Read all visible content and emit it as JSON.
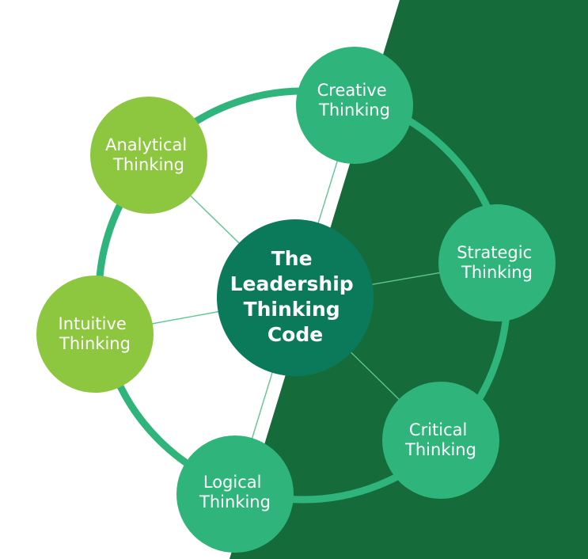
{
  "diagram": {
    "center": {
      "lines": [
        "The",
        "Leadership",
        "Thinking",
        "Code"
      ]
    },
    "nodes": [
      {
        "id": "creative",
        "lines": [
          "Creative",
          "Thinking"
        ],
        "color": "#2fb57b"
      },
      {
        "id": "analytical",
        "lines": [
          "Analytical",
          "Thinking"
        ],
        "color": "#8dc63f"
      },
      {
        "id": "strategic",
        "lines": [
          "Strategic",
          "Thinking"
        ],
        "color": "#2fb57b"
      },
      {
        "id": "intuitive",
        "lines": [
          "Intuitive",
          "Thinking"
        ],
        "color": "#8dc63f"
      },
      {
        "id": "critical",
        "lines": [
          "Critical",
          "Thinking"
        ],
        "color": "#2fb57b"
      },
      {
        "id": "logical",
        "lines": [
          "Logical",
          "Thinking"
        ],
        "color": "#2fb57b"
      }
    ]
  },
  "colors": {
    "dark_green_background": "#166b3a",
    "center_circle": "#0b7a5a",
    "ring_outline": "#2fb57b",
    "connector_line": "#5fc592",
    "analytical_green": "#8dc63f",
    "emerald": "#2fb57b",
    "text": "#ffffff"
  }
}
